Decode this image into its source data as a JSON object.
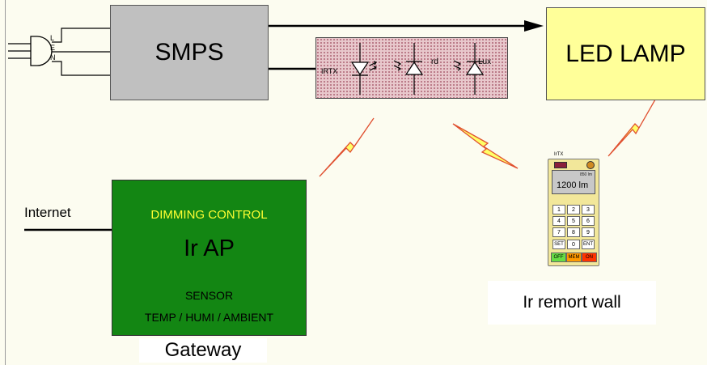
{
  "plug": {
    "pins": [
      "L",
      "E",
      "N"
    ]
  },
  "smps": {
    "label": "SMPS"
  },
  "led_lamp": {
    "label": "LED LAMP"
  },
  "sensor_module": {
    "irtx_label": "IRTX",
    "rd_label": "rd",
    "lux_label": "Lux"
  },
  "gateway": {
    "internet_label": "Internet",
    "dimming_label": "DIMMING CONTROL",
    "title": "Ir AP",
    "sensor_label": "SENSOR",
    "sensor_types": "TEMP / HUMI / AMBIENT",
    "caption": "Gateway"
  },
  "remote": {
    "top_label": "IrTX",
    "screen_small": "850 lm",
    "screen_value": "1200 lm",
    "keys": [
      "1",
      "2",
      "3",
      "4",
      "5",
      "6",
      "7",
      "8",
      "9",
      "SET",
      "0",
      "ENT"
    ],
    "bottom_keys": [
      "OFF",
      "MEM",
      "ON"
    ],
    "caption": "Ir remort wall"
  },
  "colors": {
    "smps_fill": "#c0c0c0",
    "lamp_fill": "#ffff99",
    "gateway_fill": "#138613",
    "dimming_text": "#ffff33",
    "lightning_fill": "#ffff66",
    "lightning_stroke": "#e05030",
    "key_off": "#66dd44",
    "key_mem": "#ff9900",
    "key_on": "#ff3300"
  }
}
